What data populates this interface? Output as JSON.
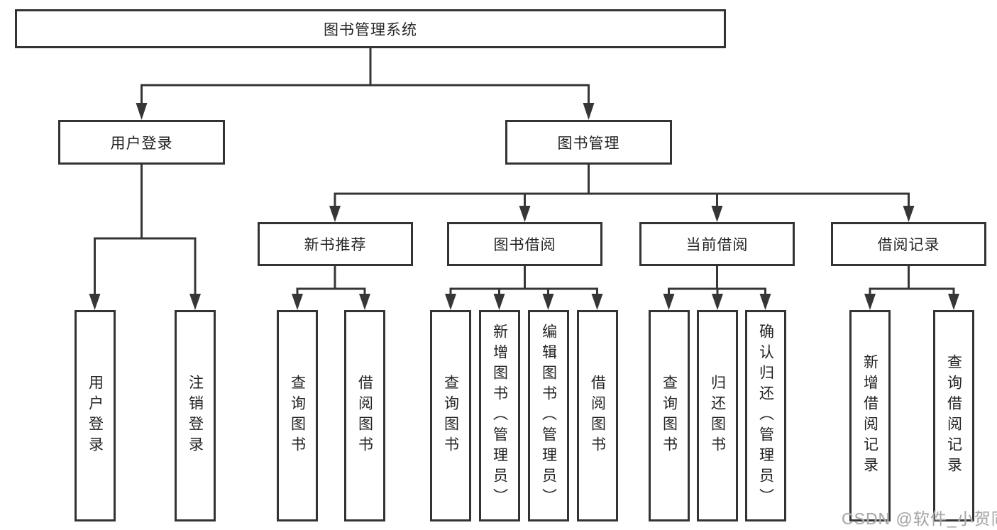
{
  "diagram_title": "图书管理系统",
  "tree": {
    "label": "图书管理系统",
    "children": [
      {
        "label": "用户登录",
        "children": [
          {
            "label": "用户登录"
          },
          {
            "label": "注销登录"
          }
        ]
      },
      {
        "label": "图书管理",
        "children": [
          {
            "label": "新书推荐",
            "children": [
              {
                "label": "查询图书"
              },
              {
                "label": "借阅图书"
              }
            ]
          },
          {
            "label": "图书借阅",
            "children": [
              {
                "label": "查询图书"
              },
              {
                "label": "新增图书（管理员）"
              },
              {
                "label": "编辑图书（管理员）"
              },
              {
                "label": "借阅图书"
              }
            ]
          },
          {
            "label": "当前借阅",
            "children": [
              {
                "label": "查询图书"
              },
              {
                "label": "归还图书"
              },
              {
                "label": "确认归还（管理员）"
              }
            ]
          },
          {
            "label": "借阅记录",
            "children": [
              {
                "label": "新增借阅记录"
              },
              {
                "label": "查询借阅记录"
              }
            ]
          }
        ]
      }
    ]
  },
  "watermark": {
    "text": "CSDN @软件_小贺同学"
  },
  "colors": {
    "line": "#363636",
    "border": "#333333",
    "text": "#232323",
    "watermark": "#a8a8a8",
    "background": "#ffffff"
  }
}
